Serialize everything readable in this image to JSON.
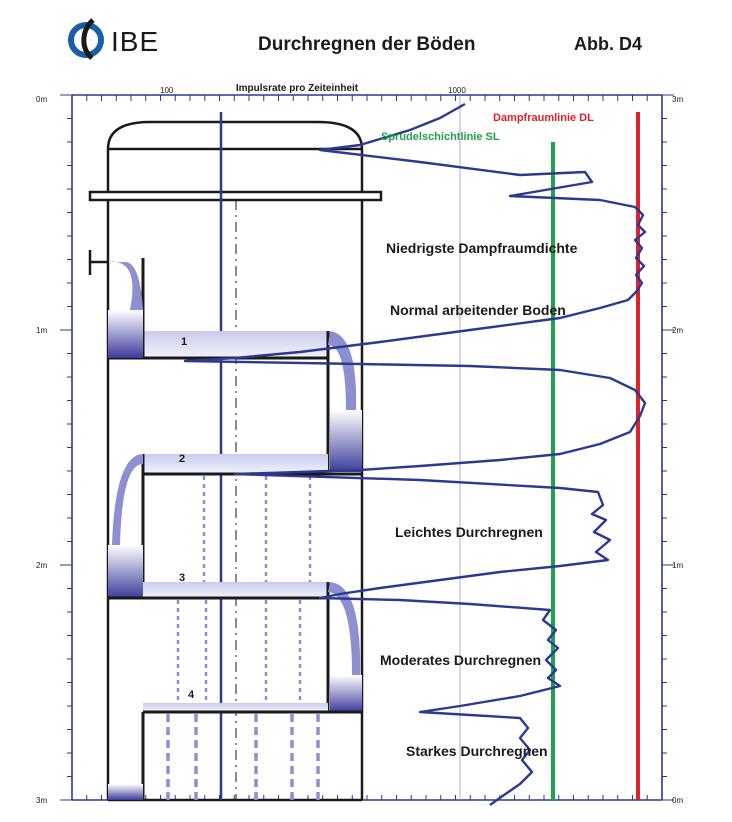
{
  "logo": {
    "text": "IBE"
  },
  "header": {
    "title": "Durchregnen der Böden",
    "figure_ref": "Abb. D4"
  },
  "axes": {
    "top_title": "Impulsrate pro Zeiteinheit",
    "top_ticks": [
      "100",
      "1000"
    ],
    "left_ticks": [
      "0m",
      "1m",
      "2m",
      "3m"
    ],
    "right_ticks": [
      "3m",
      "2m",
      "1m",
      "0m"
    ]
  },
  "legend": {
    "dl_label": "Dampfraumlinie DL",
    "sl_label": "Sprudelschichtlinie SL"
  },
  "zones": {
    "niedrigste": "Niedrigste Dampfraumdichte",
    "normal": "Normal arbeitender Boden",
    "leicht": "Leichtes Durchregnen",
    "moderat": "Moderates Durchregnen",
    "stark": "Starkes Durchregnen"
  },
  "trays": [
    "1",
    "2",
    "3",
    "4"
  ],
  "colors": {
    "scan_line": "#2b3990",
    "dl_line": "#e0202a",
    "sl_line": "#1fa34a",
    "liquid": "#8c8fd0",
    "liquid_dark": "#3d3c9a",
    "column": "#1a1a1a",
    "logo_blue": "#1b5ea8"
  }
}
